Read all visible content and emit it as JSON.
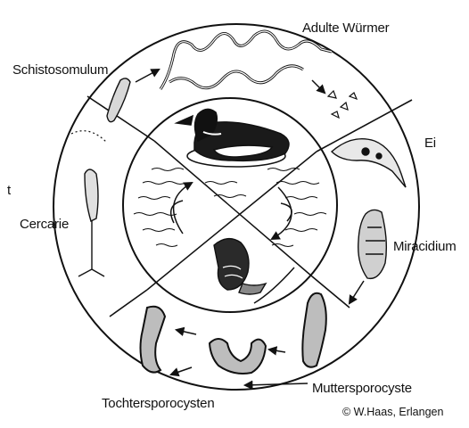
{
  "labels": {
    "adult_worms": "Adulte Würmer",
    "egg": "Ei",
    "miracidium": "Miracidium",
    "mother_sporocyst": "Muttersporocyste",
    "daughter_sporocysts": "Tochtersporocysten",
    "cercaria": "Cercarie",
    "schistosomulum": "Schistosomulum",
    "edge_fragment": "t"
  },
  "credit": "© W.Haas, Erlangen"
}
